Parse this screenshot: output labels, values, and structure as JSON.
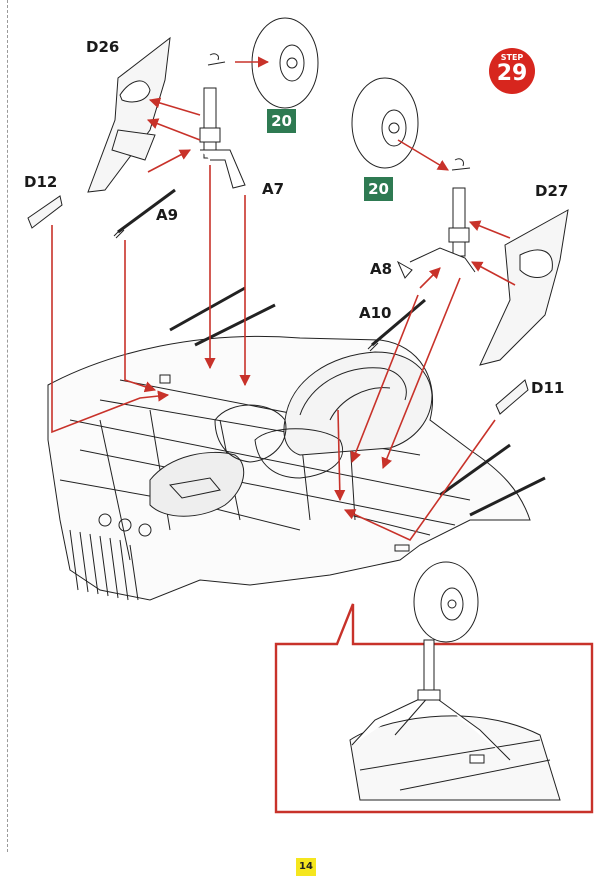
{
  "step": {
    "word": "STEP",
    "number": "29"
  },
  "parts": {
    "d26": "D26",
    "d12": "D12",
    "a9": "A9",
    "a7": "A7",
    "d27": "D27",
    "a8": "A8",
    "a10": "A10",
    "d11": "D11"
  },
  "references": {
    "left_wheel": "20",
    "right_wheel": "20"
  },
  "page_number": "14",
  "colors": {
    "arrow": "#c8322a",
    "step_badge": "#d7261e",
    "reference_badge": "#2e7a52",
    "page_number_bg": "#f5e61e",
    "line_art": "#222222"
  }
}
